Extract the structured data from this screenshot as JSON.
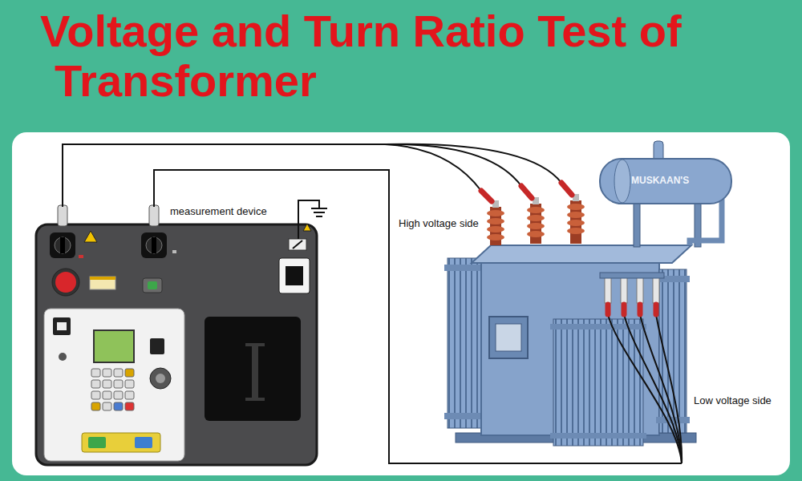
{
  "diagram": {
    "title": "Voltage and Turn Ratio Test of Transformer",
    "nodes": [
      {
        "text": [
          "measurement device"
        ]
      }
    ],
    "labels": [
      "High voltage side",
      "Low voltage side",
      "MUSKAAN'S"
    ]
  }
}
